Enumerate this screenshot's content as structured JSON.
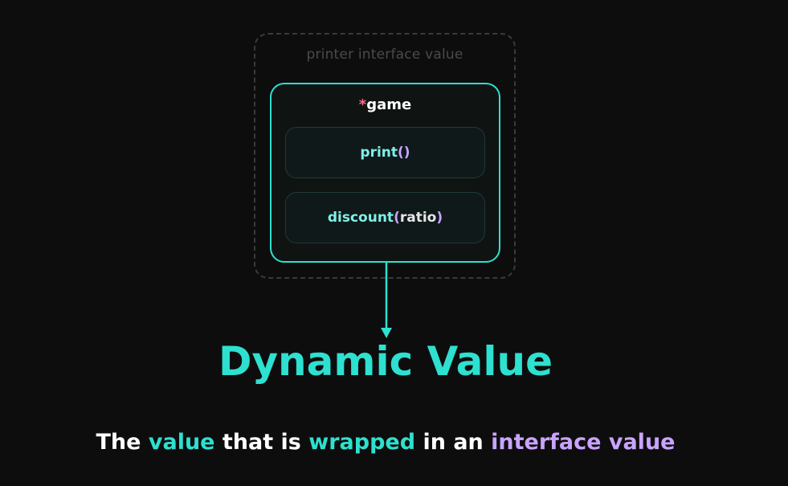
{
  "diagram": {
    "outer_label": "printer interface value",
    "type_pointer": "*",
    "type_name": "game",
    "methods": [
      {
        "name": "print",
        "open_paren": "(",
        "param": "",
        "close_paren": ")"
      },
      {
        "name": "discount",
        "open_paren": "(",
        "param": "ratio",
        "close_paren": ")"
      }
    ]
  },
  "title": "Dynamic Value",
  "subtitle": {
    "part1": "The ",
    "word_value": "value",
    "part2": " that is ",
    "word_wrapped": "wrapped",
    "part3": " in an ",
    "word_interface_value": "interface value"
  },
  "colors": {
    "accent_teal": "#2ee0cf",
    "accent_purple": "#c9a4ff",
    "pointer_pink": "#ff6b8a",
    "background": "#0d0d0d"
  }
}
